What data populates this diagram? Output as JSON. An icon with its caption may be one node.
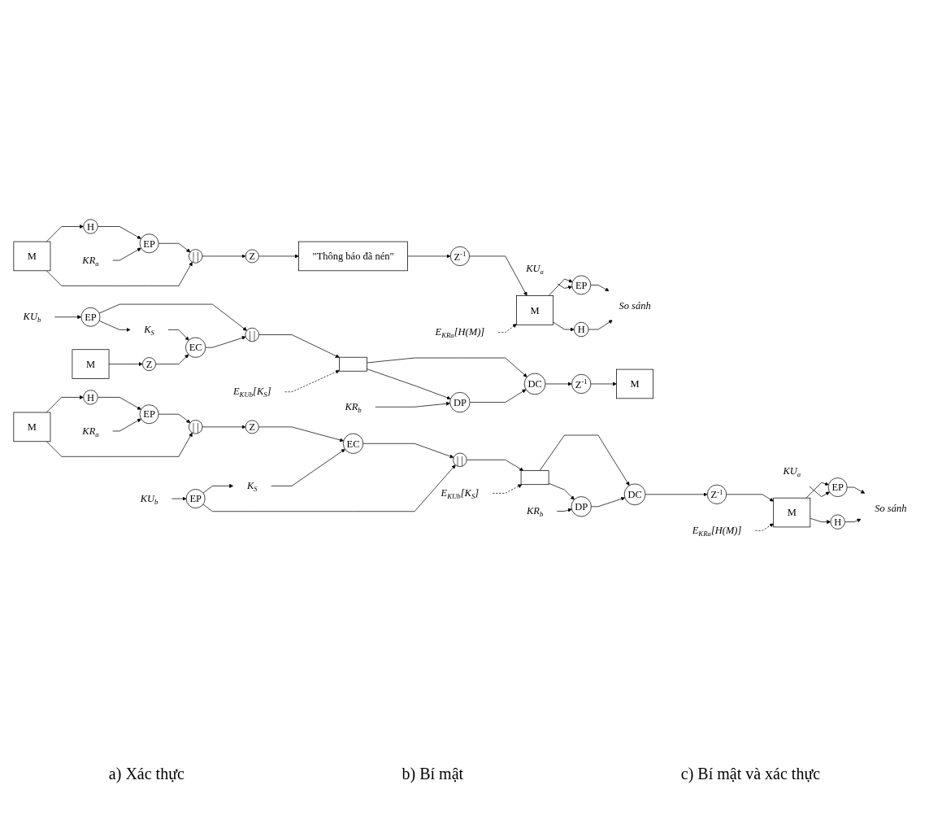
{
  "diagram": {
    "nodes": [
      {
        "text": [
          "M"
        ]
      },
      {
        "text": [
          "KR$_{a}$"
        ]
      },
      {
        "text": [
          "H"
        ]
      },
      {
        "text": [
          "EP"
        ]
      },
      {
        "text": [
          "| |"
        ]
      },
      {
        "text": [
          "Z"
        ]
      },
      {
        "text": [
          "\"Thông báo đã nén\""
        ]
      },
      {
        "text": [
          "Z$^{-1}$"
        ]
      },
      {
        "text": [
          "E$_{KRa}$[H(M)]"
        ]
      },
      {
        "text": [
          "KU$_{a}$"
        ]
      },
      {
        "text": [
          "M"
        ]
      },
      {
        "text": [
          "EP"
        ]
      },
      {
        "text": [
          "H"
        ]
      },
      {
        "text": [
          "So sánh"
        ]
      },
      {
        "text": [
          "KU$_{b}$"
        ]
      },
      {
        "text": [
          "EP"
        ]
      },
      {
        "text": [
          "K$_{S}$"
        ]
      },
      {
        "text": [
          "M"
        ]
      },
      {
        "text": [
          "Z"
        ]
      },
      {
        "text": [
          "EC"
        ]
      },
      {
        "text": [
          "| |"
        ]
      },
      {
        "text": [
          "E$_{KUb}$[K$_{S}$]"
        ]
      },
      {
        "text": [],
        "shape": "box"
      },
      {
        "text": [
          "KR$_{b}$"
        ]
      },
      {
        "text": [
          "DP"
        ]
      },
      {
        "text": [
          "DC"
        ]
      },
      {
        "text": [
          "Z$^{-1}$"
        ]
      },
      {
        "text": [
          "M"
        ]
      },
      {
        "text": [
          "KU$_{b}$"
        ]
      },
      {
        "text": [
          "E$_{KUb}$[K$_{S}$]"
        ]
      },
      {
        "text": [
          "KR$_{b}$"
        ]
      },
      {
        "text": [
          "KR$_{a}$"
        ]
      },
      {
        "text": [
          "EP"
        ]
      },
      {
        "text": [
          "K$_{S}$"
        ]
      },
      {
        "text": [
          "M"
        ]
      },
      {
        "text": [
          "H"
        ]
      },
      {
        "text": [
          "EP"
        ]
      },
      {
        "text": [
          "| |"
        ]
      },
      {
        "text": [
          "Z"
        ]
      },
      {
        "text": [
          "EC"
        ]
      },
      {
        "text": [
          "| |"
        ]
      },
      {
        "text": [],
        "shape": "box"
      },
      {
        "text": [
          "DP"
        ]
      },
      {
        "text": [
          "E$_{KRa}$[H(M)]"
        ]
      },
      {
        "text": [
          "KU$_{a}$"
        ]
      },
      {
        "text": [
          "DC"
        ]
      },
      {
        "text": [
          "Z$^{-1}$"
        ]
      },
      {
        "text": [
          "M"
        ]
      },
      {
        "text": [
          "EP"
        ]
      },
      {
        "text": [
          "So sánh"
        ]
      },
      {
        "text": [
          "H"
        ]
      }
    ],
    "edges": [
      {
        "from": 0,
        "to": 2,
        "arrow": "to"
      },
      {
        "from": 2,
        "to": 3,
        "arrow": "to"
      },
      {
        "from": 1,
        "to": 3,
        "arrow": "to"
      },
      {
        "from": 3,
        "to": 4,
        "arrow": "to"
      },
      {
        "from": 0,
        "to": 4,
        "arrow": "to"
      },
      {
        "from": 4,
        "to": 5,
        "arrow": "to"
      },
      {
        "from": 5,
        "to": 6,
        "arrow": "to"
      },
      {
        "from": 6,
        "to": 7,
        "arrow": "to"
      },
      {
        "from": 7,
        "to": 10,
        "arrow": "to"
      },
      {
        "from": 8,
        "to": 10,
        "arrow": "to",
        "style": "dashed"
      },
      {
        "from": 10,
        "to": 11,
        "arrow": "to"
      },
      {
        "from": 10,
        "to": 12,
        "arrow": "to"
      },
      {
        "from": 9,
        "to": 11,
        "arrow": "to"
      },
      {
        "from": 11,
        "to": 13,
        "arrow": "to"
      },
      {
        "from": 12,
        "to": 13,
        "arrow": "to"
      },
      {
        "from": 14,
        "to": 15,
        "arrow": "to"
      },
      {
        "from": 15,
        "to": 16,
        "arrow": "to"
      },
      {
        "from": 16,
        "to": 19,
        "arrow": "to"
      },
      {
        "from": 15,
        "to": 20,
        "arrow": "to"
      },
      {
        "from": 17,
        "to": 18,
        "arrow": "to"
      },
      {
        "from": 18,
        "to": 19,
        "arrow": "to"
      },
      {
        "from": 19,
        "to": 20,
        "arrow": "to"
      },
      {
        "from": 20,
        "to": 22,
        "arrow": "to"
      },
      {
        "from": 21,
        "to": 22,
        "arrow": "to",
        "style": "dashed"
      },
      {
        "from": 22,
        "to": 24,
        "arrow": "to"
      },
      {
        "from": 23,
        "to": 24,
        "arrow": "to"
      },
      {
        "from": 22,
        "to": 25,
        "arrow": "to"
      },
      {
        "from": 24,
        "to": 25,
        "arrow": "to"
      },
      {
        "from": 25,
        "to": 26,
        "arrow": "to"
      },
      {
        "from": 26,
        "to": 27,
        "arrow": "to"
      },
      {
        "from": 34,
        "to": 35,
        "arrow": "to"
      },
      {
        "from": 35,
        "to": 36,
        "arrow": "to"
      },
      {
        "from": 31,
        "to": 36,
        "arrow": "to"
      },
      {
        "from": 36,
        "to": 37,
        "arrow": "to"
      },
      {
        "from": 34,
        "to": 37,
        "arrow": "to"
      },
      {
        "from": 37,
        "to": 38,
        "arrow": "to"
      },
      {
        "from": 38,
        "to": 39,
        "arrow": "to"
      },
      {
        "from": 33,
        "to": 39,
        "arrow": "to"
      },
      {
        "from": 39,
        "to": 40,
        "arrow": "to"
      },
      {
        "from": 28,
        "to": 32,
        "arrow": "to"
      },
      {
        "from": 32,
        "to": 33,
        "arrow": "to"
      },
      {
        "from": 32,
        "to": 40,
        "arrow": "to"
      },
      {
        "from": 40,
        "to": 41,
        "arrow": "to"
      },
      {
        "from": 29,
        "to": 41,
        "arrow": "to",
        "style": "dashed"
      },
      {
        "from": 41,
        "to": 42,
        "arrow": "to"
      },
      {
        "from": 30,
        "to": 42,
        "arrow": "to"
      },
      {
        "from": 41,
        "to": 45,
        "arrow": "to"
      },
      {
        "from": 42,
        "to": 45,
        "arrow": "to"
      },
      {
        "from": 45,
        "to": 46,
        "arrow": "to"
      },
      {
        "from": 46,
        "to": 47,
        "arrow": "to"
      },
      {
        "from": 43,
        "to": 47,
        "arrow": "to",
        "style": "dashed"
      },
      {
        "from": 47,
        "to": 48,
        "arrow": "to"
      },
      {
        "from": 47,
        "to": 50,
        "arrow": "to"
      },
      {
        "from": 44,
        "to": 48,
        "arrow": "to"
      },
      {
        "from": 48,
        "to": 49,
        "arrow": "to"
      },
      {
        "from": 50,
        "to": 49,
        "arrow": "to"
      }
    ],
    "labels": [
      "a) Xác thực",
      "b) Bí mật",
      "c) Bí mật và xác thực"
    ]
  }
}
